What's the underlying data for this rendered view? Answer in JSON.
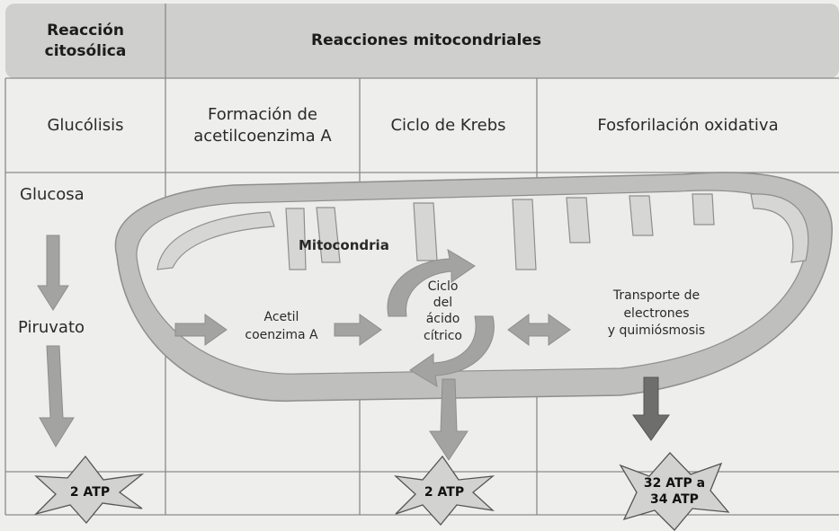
{
  "header": {
    "cytosolic": "Reacción\ncitosólica",
    "mitochondrial": "Reacciones mitocondriales"
  },
  "stages": [
    {
      "label": "Glucólisis"
    },
    {
      "label": "Formación de\nacetilcoenzima A"
    },
    {
      "label": "Ciclo de Krebs"
    },
    {
      "label": "Fosforilación oxidativa"
    }
  ],
  "molecules": {
    "glucose": "Glucosa",
    "pyruvate": "Piruvato",
    "acetyl": "Acetil\ncoenzima A",
    "cycle": "Ciclo\ndel\nácido\ncítrico",
    "transport": "Transporte de\nelectrones\ny quimiósmosis",
    "mitochondrion": "Mitocondria"
  },
  "atp": {
    "glycolysis": "2 ATP",
    "krebs": "2 ATP",
    "oxidative": "32 ATP a\n34 ATP"
  },
  "colors": {
    "background": "#eeeeec",
    "header_fill": "#cfcfcd",
    "grid_line": "#8a8a8a",
    "membrane_fill": "#c9c9c7",
    "membrane_edge": "#8e8e8e",
    "arrow": "#a3a3a1",
    "arrow_dark": "#6e6e6c",
    "star_fill": "#d2d2d0"
  }
}
